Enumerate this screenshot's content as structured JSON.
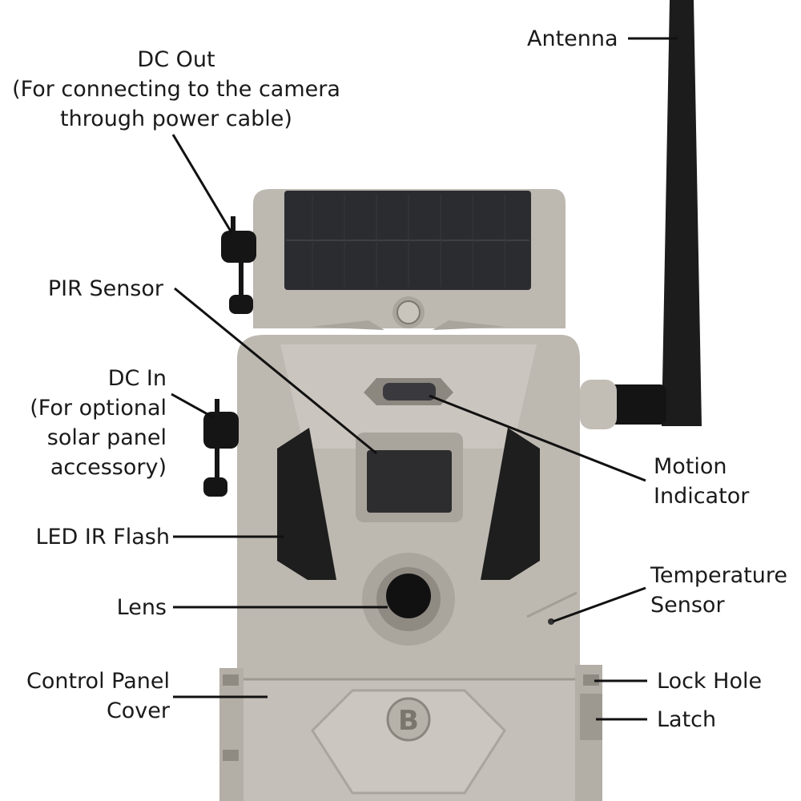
{
  "labels": {
    "dc_out": [
      "DC Out",
      "(For connecting to the camera",
      "through power cable)"
    ],
    "antenna": [
      "Antenna"
    ],
    "pir_sensor": [
      "PIR Sensor"
    ],
    "dc_in": [
      "DC In",
      "(For optional",
      "solar panel",
      "accessory)"
    ],
    "motion_indicator": [
      "Motion",
      "Indicator"
    ],
    "led_ir_flash": [
      "LED IR Flash"
    ],
    "temperature_sensor": [
      "Temperature",
      "Sensor"
    ],
    "lens": [
      "Lens"
    ],
    "control_panel_cover": [
      "Control Panel",
      "Cover"
    ],
    "lock_hole": [
      "Lock Hole"
    ],
    "latch": [
      "Latch"
    ]
  },
  "logo_letter": "B",
  "colors": {
    "body": "#bdb8b0",
    "body_light": "#cdc9c2",
    "body_dark": "#9e9990",
    "solar_panel": "#2a2c30",
    "antenna": "#1c1c1c",
    "leader_line": "#111111"
  }
}
